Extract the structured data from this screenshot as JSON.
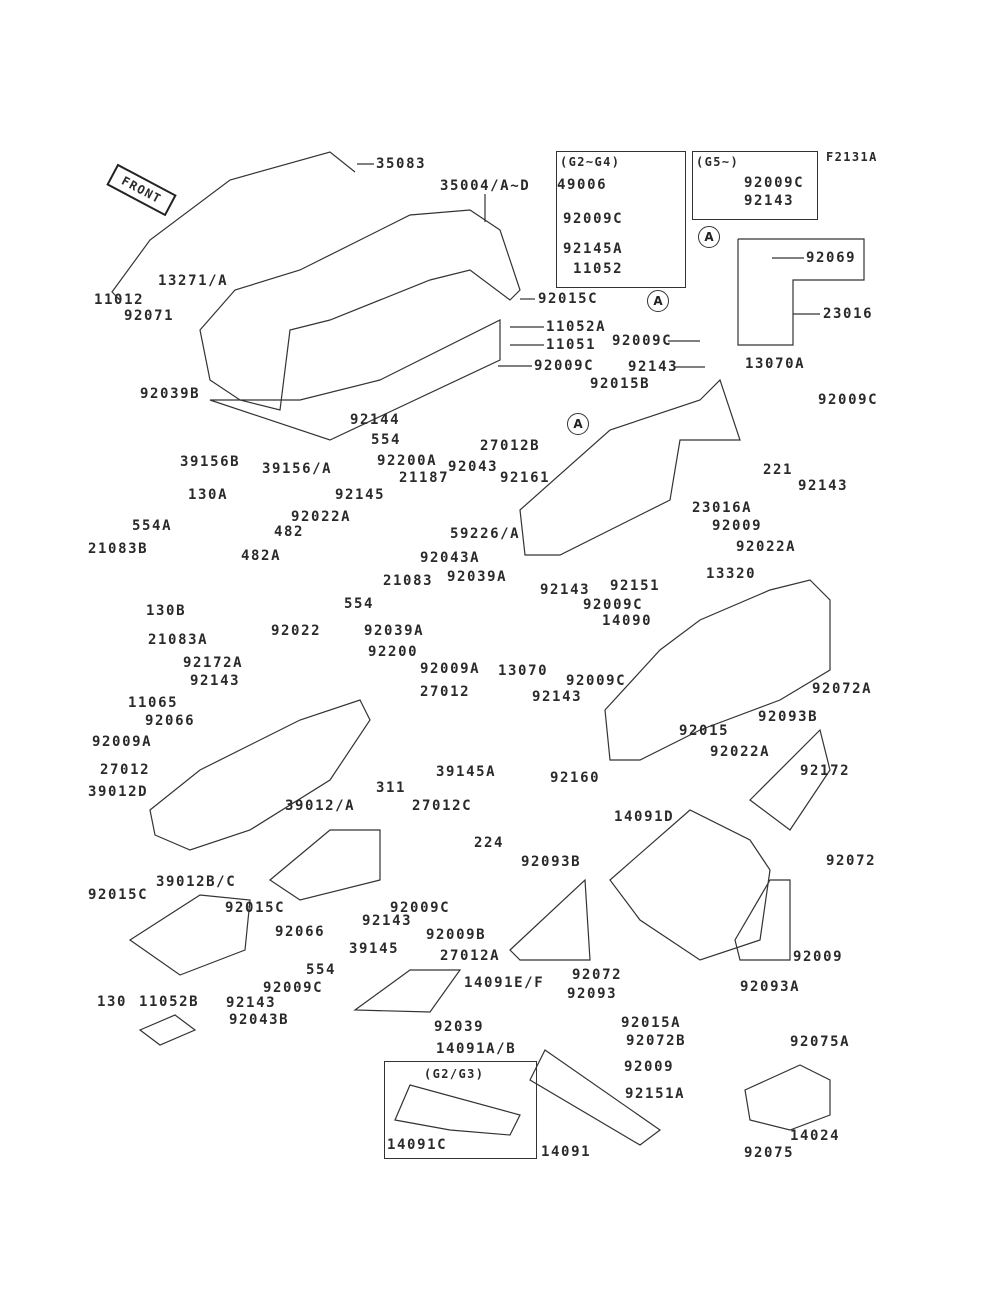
{
  "diagram_code": "F2131A",
  "front_arrow": "FRONT",
  "ref_marker": "A",
  "boxes": {
    "g2_g4": "(G2~G4)",
    "g5": "(G5~)",
    "g2_g3": "(G2/G3)"
  },
  "labels": [
    "35083",
    "35004/A~D",
    "49006",
    "92009C",
    "92145A",
    "11052",
    "92009C",
    "92143",
    "92069",
    "23016",
    "13271/A",
    "11012",
    "92071",
    "92039B",
    "92015C",
    "11052A",
    "11051",
    "92009C",
    "92009C",
    "92143",
    "13070A",
    "92015B",
    "92009C",
    "92144",
    "554",
    "27012B",
    "92043",
    "39156B",
    "39156/A",
    "92200A",
    "21187",
    "92161",
    "130A",
    "92145",
    "221",
    "92143",
    "23016A",
    "554A",
    "21083B",
    "92022A",
    "59226/A",
    "92009",
    "92022A",
    "482",
    "92043A",
    "482A",
    "92151",
    "13320",
    "92143",
    "92009C",
    "21083",
    "554",
    "130B",
    "92039A",
    "14090",
    "21083A",
    "92022",
    "92039A",
    "13070",
    "92143",
    "92009C",
    "92072A",
    "92172A",
    "92200",
    "92009A",
    "92143",
    "27012",
    "11065",
    "92066",
    "92093B",
    "92015",
    "92022A",
    "92009A",
    "39145A",
    "27012",
    "92160",
    "92172",
    "311",
    "27012C",
    "14091D",
    "39012D",
    "39012/A",
    "224",
    "92072",
    "92093B",
    "39012B/C",
    "92015C",
    "92015C",
    "92009C",
    "92143",
    "92066",
    "92009B",
    "39145",
    "27012A",
    "92009",
    "92072",
    "554",
    "14091E/F",
    "92093",
    "92093A",
    "130",
    "11052B",
    "92143",
    "92009C",
    "92043B",
    "92039",
    "92015A",
    "92072B",
    "92075A",
    "14091A/B",
    "92009",
    "92151A",
    "14024",
    "14091C",
    "14091",
    "92075"
  ]
}
